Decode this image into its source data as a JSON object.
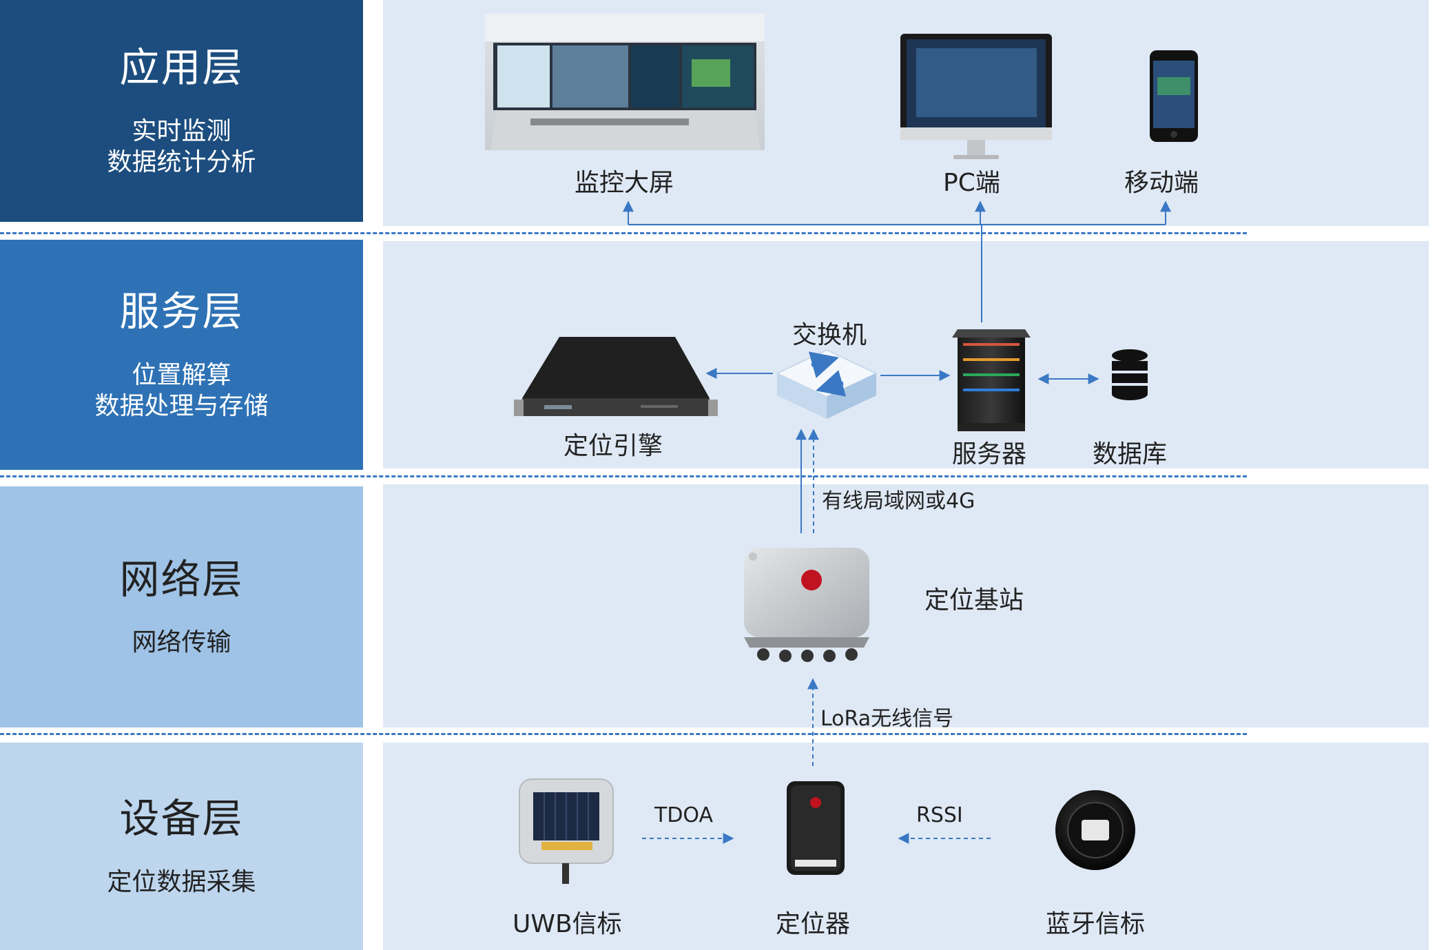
{
  "layers": {
    "application": {
      "title": "应用层",
      "subtitle_1": "实时监测",
      "subtitle_2": "数据统计分析"
    },
    "service": {
      "title": "服务层",
      "subtitle_1": "位置解算",
      "subtitle_2": "数据处理与存储"
    },
    "network": {
      "title": "网络层",
      "subtitle_1": "网络传输"
    },
    "device": {
      "title": "设备层",
      "subtitle_1": "定位数据采集"
    }
  },
  "nodes": {
    "monitor_screen": "监控大屏",
    "pc": "PC端",
    "mobile": "移动端",
    "switch": "交换机",
    "engine": "定位引擎",
    "server": "服务器",
    "database": "数据库",
    "base_station": "定位基站",
    "uwb_beacon": "UWB信标",
    "locator": "定位器",
    "bt_beacon": "蓝牙信标"
  },
  "links": {
    "wired": "有线局域网或4G",
    "lora": "LoRa无线信号",
    "tdoa": "TDOA",
    "rssi": "RSSI"
  },
  "colors": {
    "application": "#1c4d7e",
    "service": "#2e72b5",
    "network": "#9fc3e6",
    "device": "#bdd6ee",
    "panel": "#dfe9f5",
    "line": "#3a78c4"
  }
}
